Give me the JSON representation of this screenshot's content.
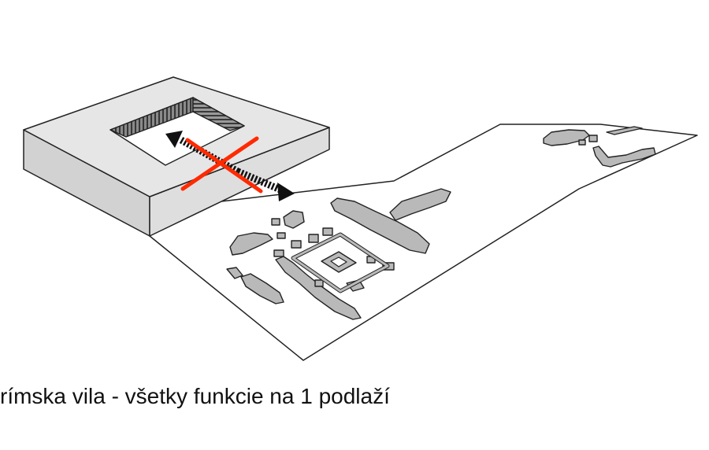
{
  "caption": "rímska vila - všetky funkcie na 1 podlaží",
  "colors": {
    "background": "#ffffff",
    "outline": "#222222",
    "block_top": "#e6e6e6",
    "block_side": "#d2d2d2",
    "ruins_fill": "#b9b9b9",
    "cross": "#ff2a00",
    "arrow": "#111111"
  },
  "icons": [
    "double-arrow",
    "cross-mark"
  ]
}
